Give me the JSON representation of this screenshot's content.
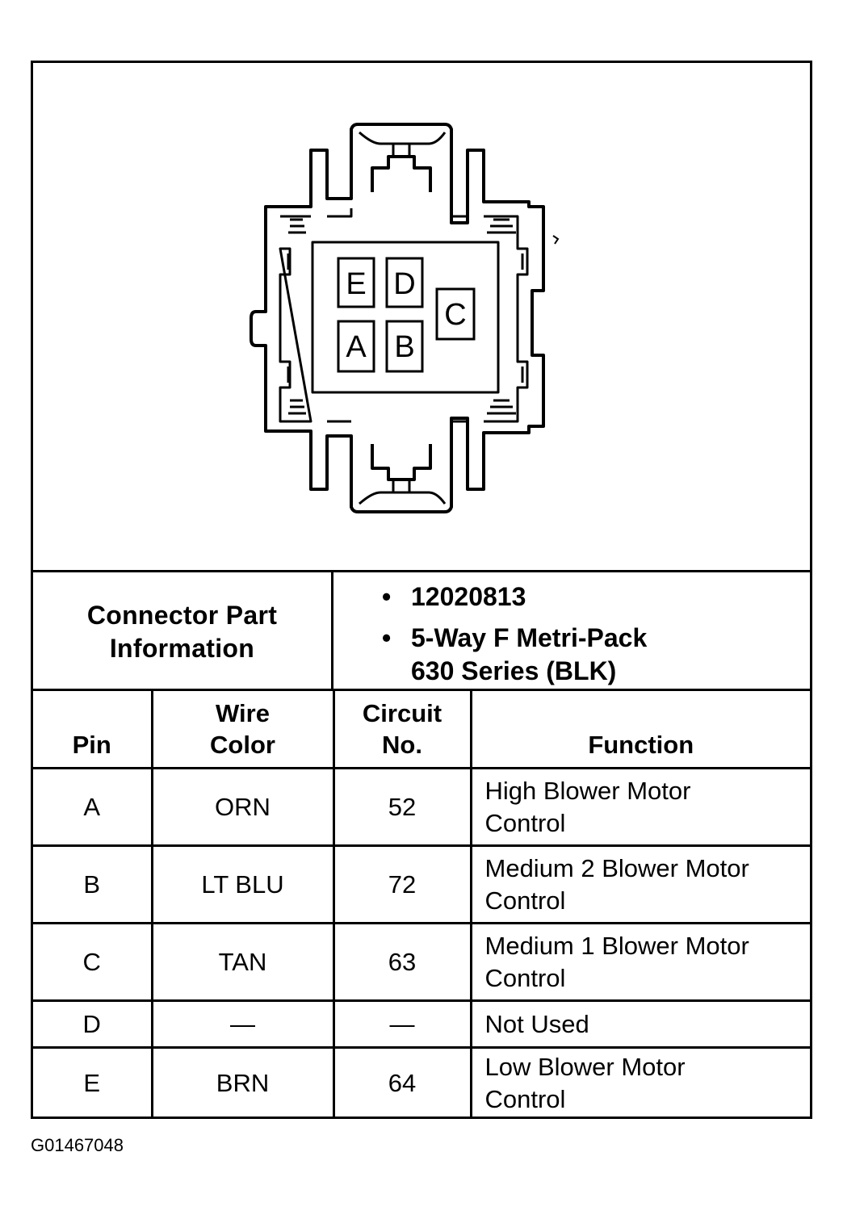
{
  "connector_view": {
    "cavities": [
      {
        "pin": "E"
      },
      {
        "pin": "D"
      },
      {
        "pin": "C"
      },
      {
        "pin": "A"
      },
      {
        "pin": "B"
      }
    ]
  },
  "connector_info": {
    "title": "Connector Part Information",
    "items": [
      {
        "bullet": "•",
        "text": "12020813"
      },
      {
        "bullet": "•",
        "text": "5-Way F Metri-Pack\n630 Series (BLK)"
      }
    ]
  },
  "table": {
    "headers": {
      "pin": "Pin",
      "wire_color": "Wire Color",
      "circuit": "Circuit No.",
      "function": "Function"
    },
    "rows": [
      {
        "pin": "A",
        "wire_color": "ORN",
        "circuit": "52",
        "function": "High Blower Motor\nControl"
      },
      {
        "pin": "B",
        "wire_color": "LT BLU",
        "circuit": "72",
        "function": "Medium 2 Blower Motor\nControl"
      },
      {
        "pin": "C",
        "wire_color": "TAN",
        "circuit": "63",
        "function": "Medium 1 Blower Motor\nControl"
      },
      {
        "pin": "D",
        "wire_color": "—",
        "circuit": "—",
        "function": "Not Used"
      },
      {
        "pin": "E",
        "wire_color": "BRN",
        "circuit": "64",
        "function": "Low Blower Motor\nControl"
      }
    ]
  },
  "figure_id": "G01467048"
}
